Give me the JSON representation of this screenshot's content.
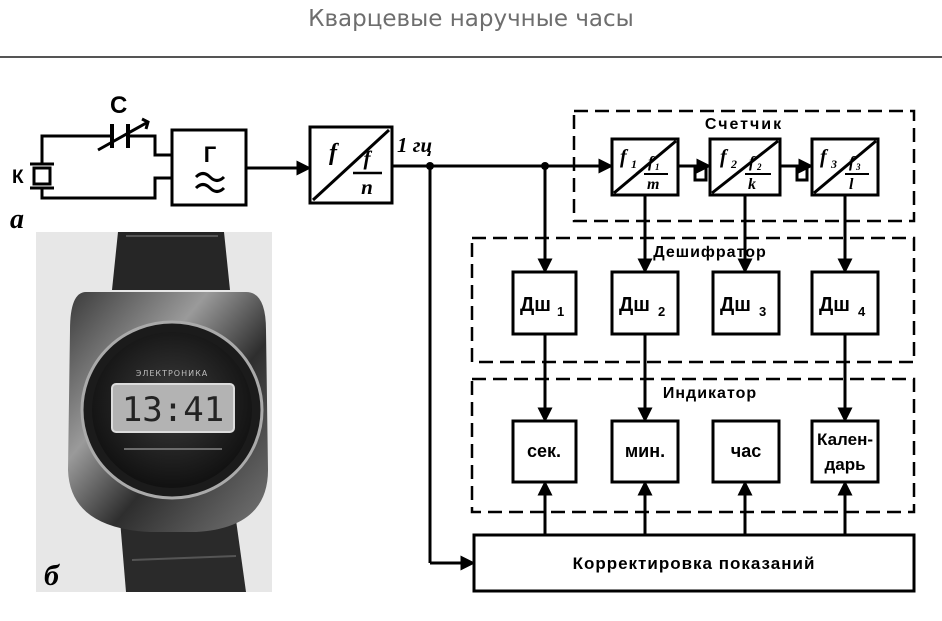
{
  "title": "Кварцевые наручные часы",
  "labels": {
    "c": "С",
    "k": "К",
    "a": "а",
    "b": "б",
    "gen": "Г",
    "div_f": "f",
    "div_num": "f",
    "div_den": "n",
    "hz": "1 гц"
  },
  "counter": {
    "title": "Счетчик",
    "stages": [
      {
        "in": "f",
        "in_sub": "1",
        "num": "f",
        "num_sub": "1",
        "den": "m"
      },
      {
        "in": "f",
        "in_sub": "2",
        "num": "f",
        "num_sub": "2",
        "den": "k"
      },
      {
        "in": "f",
        "in_sub": "3",
        "num": "f",
        "num_sub": "3",
        "den": "l"
      }
    ]
  },
  "decoder": {
    "title": "Дешифратор",
    "items": [
      {
        "label": "Дш",
        "sub": "1"
      },
      {
        "label": "Дш",
        "sub": "2"
      },
      {
        "label": "Дш",
        "sub": "3"
      },
      {
        "label": "Дш",
        "sub": "4"
      }
    ]
  },
  "indicator": {
    "title": "Индикатор",
    "items": [
      "сек.",
      "мин.",
      "час",
      "Кален-",
      "дарь"
    ]
  },
  "correction": "Корректировка показаний",
  "watch": {
    "brand": "ЭЛЕКТРОНИКА",
    "time": "13:41"
  }
}
